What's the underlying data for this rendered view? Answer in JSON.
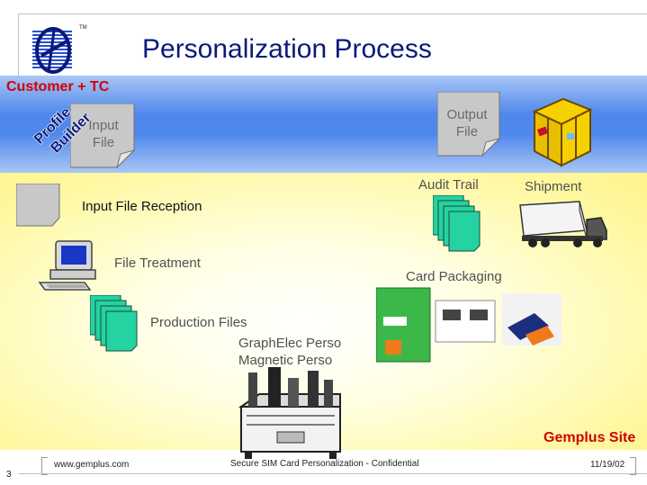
{
  "slide": {
    "title": "Personalization Process",
    "page_number": "3",
    "tm": "TM"
  },
  "bands": {
    "customer_label": "Customer + TC",
    "site_label": "Gemplus Site",
    "blue_color": "#4f88ec",
    "yellow_color": "#fff38a",
    "label_red": "#d40000"
  },
  "profile_builder": {
    "line1": "Profile",
    "line2": "Builder"
  },
  "input_file": {
    "line1": "Input",
    "line2": "File"
  },
  "output_file": {
    "line1": "Output",
    "line2": "File"
  },
  "steps": {
    "input_file_reception": "Input File Reception",
    "file_treatment": "File Treatment",
    "production_files": "Production Files",
    "graphelec_perso": "GraphElec Perso",
    "magnetic_perso": "Magnetic Perso",
    "card_packaging": "Card Packaging",
    "audit_trail": "Audit Trail",
    "shipment": "Shipment"
  },
  "footer": {
    "website": "www.gemplus.com",
    "confidential": "Secure SIM Card Personalization - Confidential",
    "date": "11/19/02"
  },
  "icons": {
    "logo": "gemplus-logo",
    "box": "shipping-box-icon",
    "truck": "truck-icon",
    "computer": "computer-icon",
    "machine": "perso-machine-icon"
  }
}
